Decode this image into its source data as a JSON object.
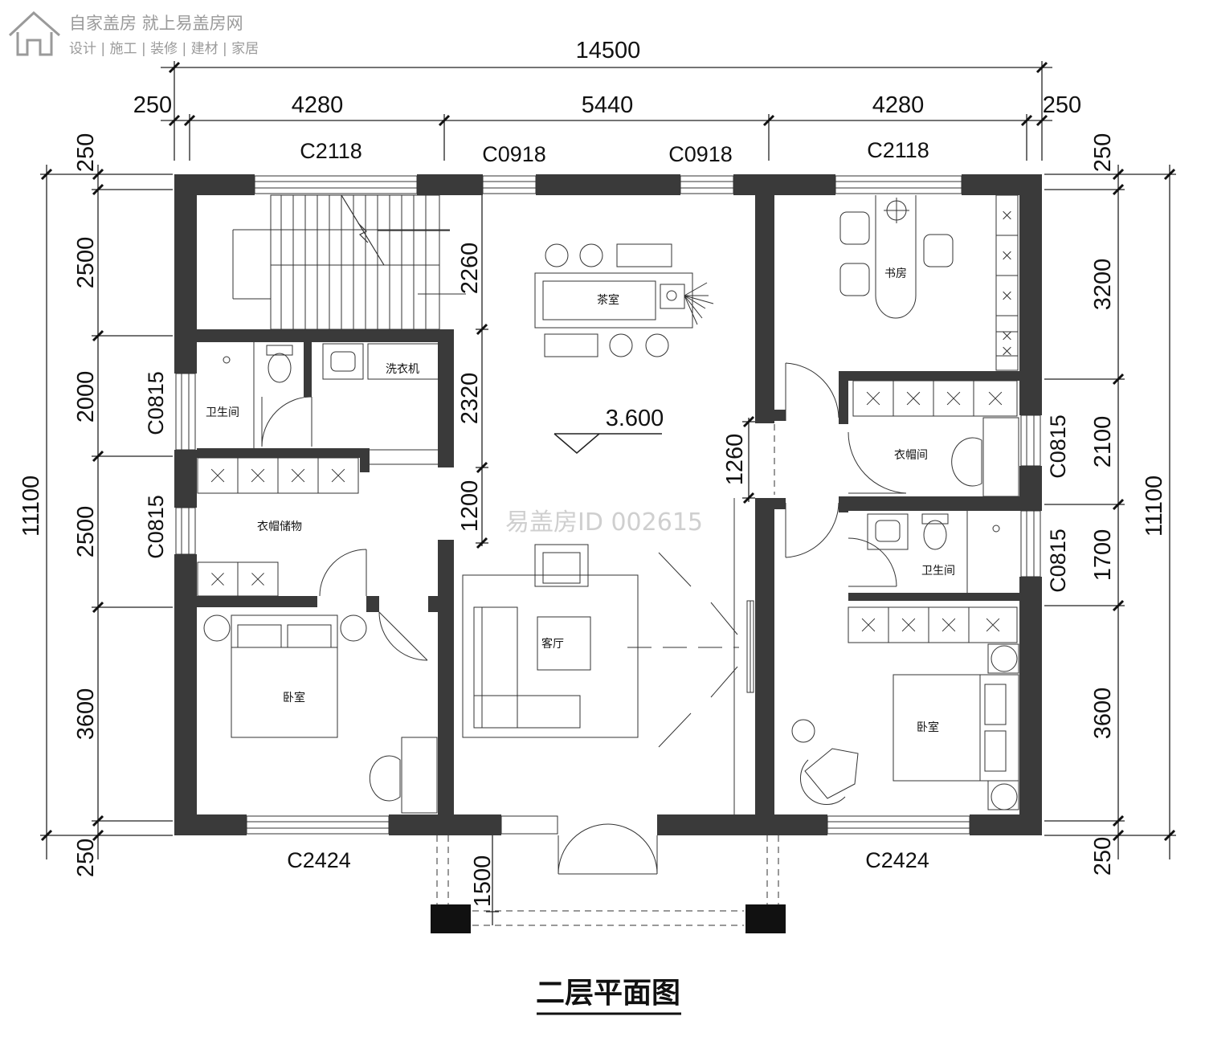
{
  "logo": {
    "line1": "自家盖房 就上易盖房网",
    "line2": "设计 | 施工 | 装修 | 建材 | 家居"
  },
  "watermark": "易盖房ID 002615",
  "drawing_title": "二层平面图",
  "elevation": "3.600",
  "dimensions": {
    "top_total": "14500",
    "top_segments": [
      "250",
      "4280",
      "5440",
      "4280",
      "250"
    ],
    "left_segments": [
      "250",
      "2500",
      "2000",
      "2500",
      "3600",
      "250"
    ],
    "left_total": "11100",
    "right_segments": [
      "250",
      "3200",
      "2100",
      "1700",
      "3600",
      "250"
    ],
    "right_total": "11100",
    "interior": [
      "2260",
      "2320",
      "1200",
      "1260",
      "1500"
    ]
  },
  "windows": {
    "top": [
      "C2118",
      "C0918",
      "C0918",
      "C2118"
    ],
    "left": [
      "C0815",
      "C0815"
    ],
    "right": [
      "C0815",
      "C0815"
    ],
    "bottom": [
      "C2424",
      "C2424"
    ]
  },
  "rooms": {
    "tea_room": "茶室",
    "study": "书房",
    "bathroom_left": "卫生间",
    "washer": "洗衣机",
    "storage": "衣帽储物",
    "bedroom_left": "卧室",
    "living_room": "客厅",
    "closet_right": "衣帽间",
    "bathroom_right": "卫生间",
    "bedroom_right": "卧室"
  }
}
